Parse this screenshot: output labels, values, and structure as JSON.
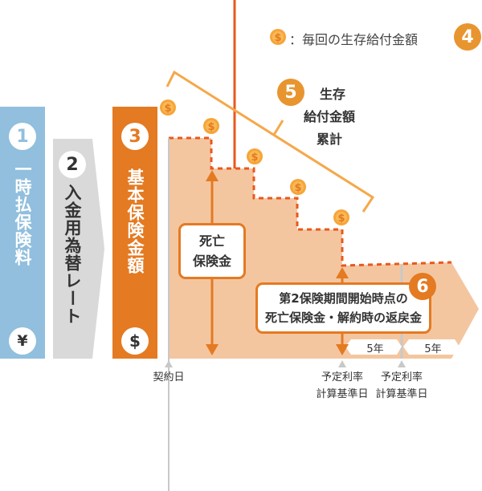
{
  "legend": {
    "text": "：毎回の生存給付金額",
    "number": "4",
    "coin_symbol": "$"
  },
  "columns": [
    {
      "number": "1",
      "label": "一時払保険料",
      "currency": "¥",
      "color": "#91bfdd"
    },
    {
      "number": "2",
      "label": "入金用為替レート",
      "color": "#d9d9d9"
    },
    {
      "number": "3",
      "label": "基本保険金額",
      "currency": "$",
      "color": "#e47a22"
    }
  ],
  "cumulative": {
    "number": "5",
    "lines": [
      "生存",
      "給付金額",
      "累計"
    ]
  },
  "death_benefit": {
    "lines": [
      "死亡",
      "保険金"
    ]
  },
  "second_period": {
    "number": "6",
    "lines": [
      "第2保険期間開始時点の",
      "死亡保険金・解約時の返戻金"
    ]
  },
  "periods": [
    "5年",
    "5年"
  ],
  "timeline": {
    "contract_date": "契約日",
    "rate_dates": [
      [
        "予定利率",
        "計算基準日"
      ],
      [
        "予定利率",
        "計算基準日"
      ]
    ]
  },
  "colors": {
    "accent": "#e47a22",
    "dash": "#e8581e",
    "area": "#f4c6a0",
    "bracket": "#f5a84a",
    "coin": "#f6a53a"
  }
}
